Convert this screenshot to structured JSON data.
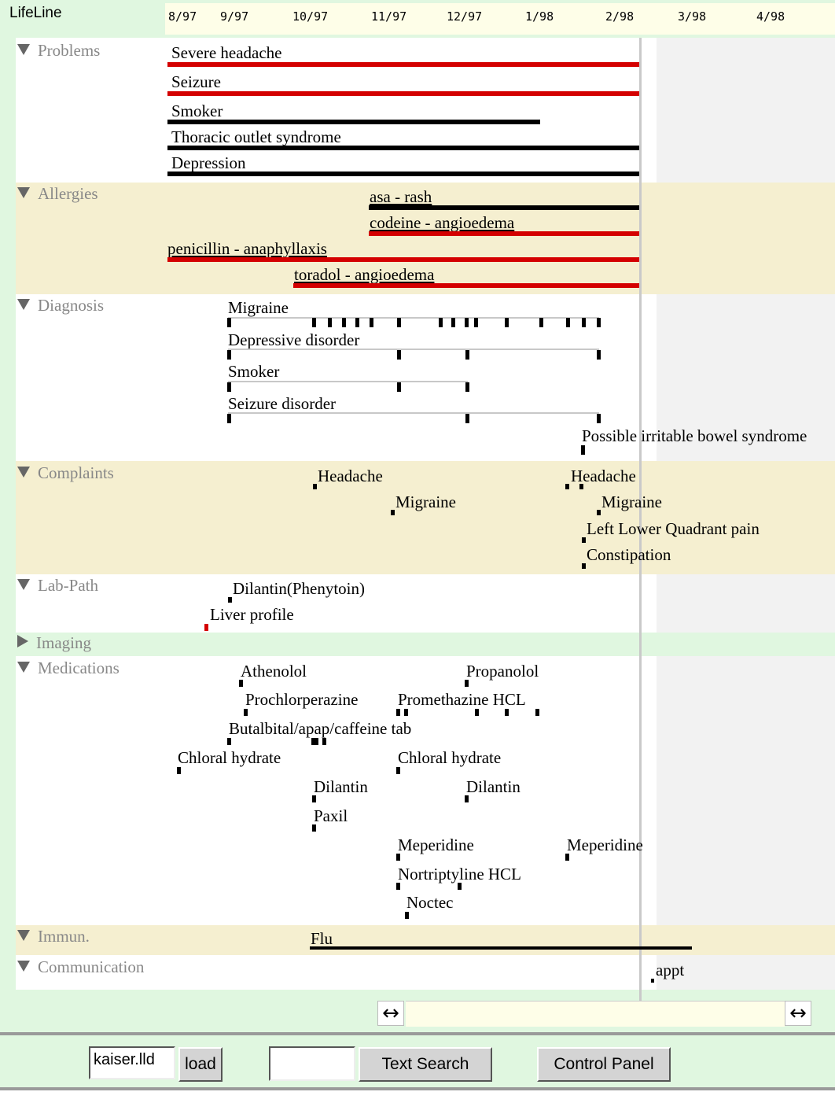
{
  "app": {
    "title": "LifeLine"
  },
  "timeline": {
    "months": [
      "8/97",
      "9/97",
      "10/97",
      "11/97",
      "12/97",
      "1/98",
      "2/98",
      "3/98",
      "4/98"
    ]
  },
  "categories": {
    "problems": "Problems",
    "allergies": "Allergies",
    "diagnosis": "Diagnosis",
    "complaints": "Complaints",
    "labpath": "Lab-Path",
    "imaging": "Imaging",
    "medications": "Medications",
    "immun": "Immun.",
    "communication": "Communication"
  },
  "problems": [
    "Severe headache",
    "Seizure",
    "Smoker",
    "Thoracic outlet syndrome",
    "Depression"
  ],
  "allergies": [
    "asa - rash",
    "codeine - angioedema",
    "penicillin - anaphyllaxis",
    "toradol - angioedema"
  ],
  "diagnosis": [
    "Migraine",
    "Depressive disorder",
    "Smoker",
    "Seizure disorder",
    "Possible irritable bowel syndrome"
  ],
  "complaints": [
    "Headache",
    "Migraine",
    "Headache",
    "Migraine",
    "Left Lower Quadrant pain",
    "Constipation"
  ],
  "labpath": [
    "Dilantin(Phenytoin)",
    "Liver profile"
  ],
  "medications": [
    "Athenolol",
    "Propanolol",
    "Prochlorperazine",
    "Promethazine HCL",
    "Butalbital/apap/caffeine tab",
    "Chloral hydrate",
    "Chloral hydrate",
    "Dilantin",
    "Dilantin",
    "Paxil",
    "Meperidine",
    "Meperidine",
    "Nortriptyline HCL",
    "Noctec"
  ],
  "immun": [
    "Flu"
  ],
  "communication": [
    "appt"
  ],
  "controls": {
    "file_value": "kaiser.lld",
    "load_label": "load",
    "search_value": "",
    "text_search_label": "Text Search",
    "control_panel_label": "Control Panel"
  },
  "scroll": {
    "left_arrow": "↔",
    "right_arrow": "↔"
  },
  "colors": {
    "severe": "#d40000",
    "normal": "#000000",
    "band_alt": "#f5efd0",
    "frame": "#e0f7e0"
  }
}
